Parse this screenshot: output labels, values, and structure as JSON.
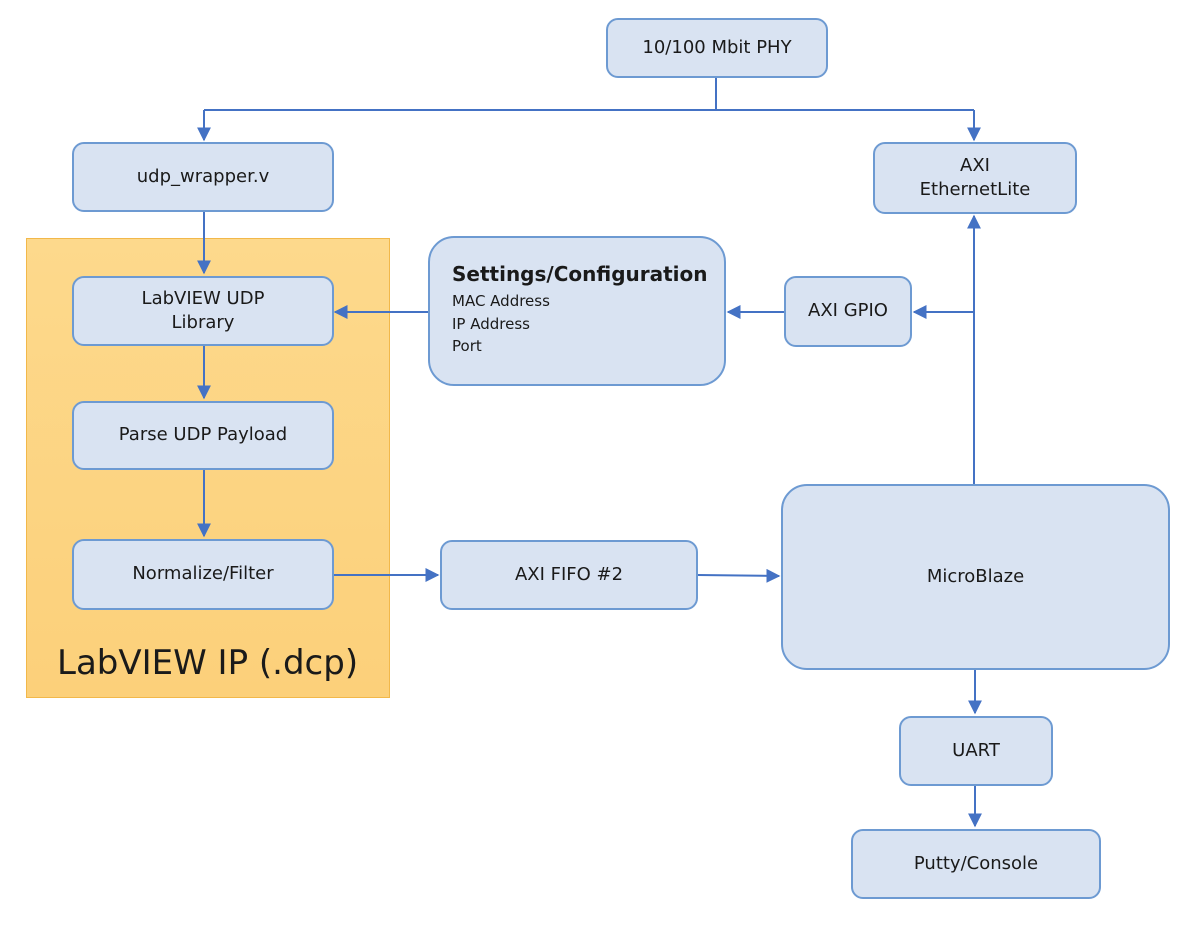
{
  "region": {
    "label": "LabVIEW IP (.dcp)"
  },
  "blocks": {
    "phy": "10/100 Mbit PHY",
    "udp_wrapper": "udp_wrapper.v",
    "ethernetlite": [
      "AXI",
      "EthernetLite"
    ],
    "udp_library": [
      "LabVIEW UDP",
      "Library"
    ],
    "parse_payload": "Parse UDP Payload",
    "normalize": "Normalize/Filter",
    "fifo": "AXI FIFO #2",
    "gpio": "AXI GPIO",
    "microblaze": "MicroBlaze",
    "uart": "UART",
    "console": "Putty/Console"
  },
  "settings": {
    "title": "Settings/Configuration",
    "items": [
      "MAC Address",
      "IP Address",
      "Port"
    ]
  },
  "colors": {
    "block_fill": "#d9e3f2",
    "block_border": "#6d9ad2",
    "connector": "#4472c4",
    "region_fill": "#fcd07a"
  }
}
